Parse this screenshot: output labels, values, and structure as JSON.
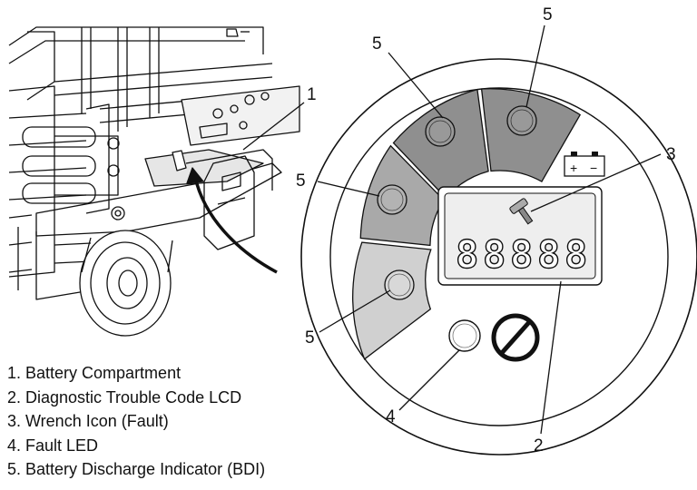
{
  "callouts": {
    "c1": "1",
    "c2": "2",
    "c3": "3",
    "c4": "4",
    "c5a": "5",
    "c5b": "5",
    "c5c": "5",
    "c5d": "5"
  },
  "legend": [
    "1. Battery Compartment",
    "2. Diagnostic Trouble Code LCD",
    "3. Wrench Icon (Fault)",
    "4. Fault LED",
    "5. Battery Discharge Indicator (BDI)"
  ],
  "lcd_digits": [
    "8",
    "8",
    "8",
    "8",
    "8"
  ],
  "battery_symbol": {
    "plus": "+",
    "minus": "−"
  },
  "colors": {
    "bdi_segment_dark": "#8f8f8f",
    "bdi_segment_mid": "#a9a9a9",
    "bdi_segment_light": "#d0d0d0",
    "lcd_background": "#eeeeee",
    "line": "#111111"
  }
}
